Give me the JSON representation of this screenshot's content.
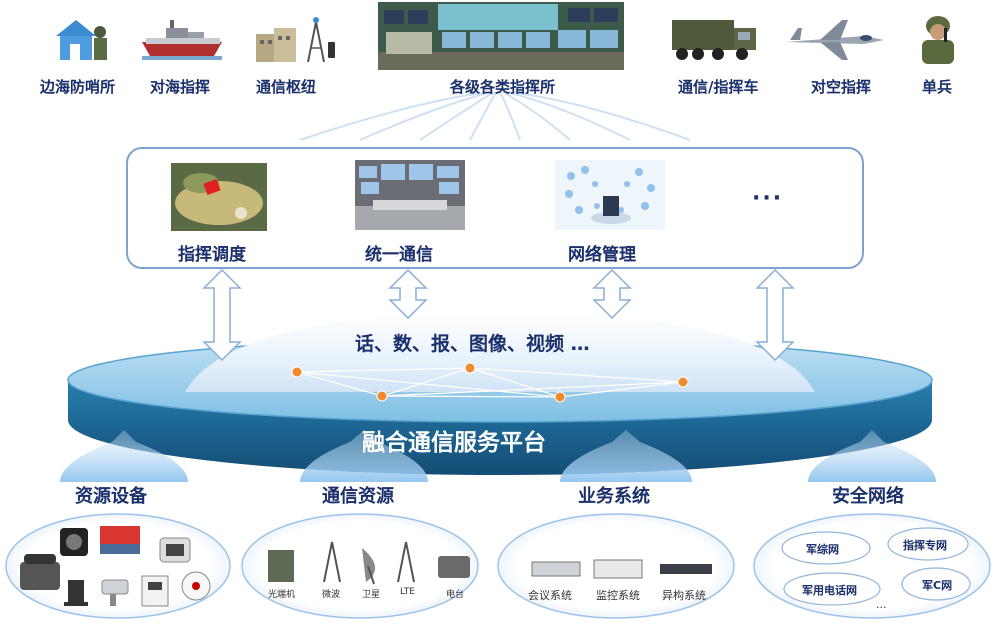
{
  "top_row": {
    "items": [
      {
        "label": "边海防哨所"
      },
      {
        "label": "对海指挥"
      },
      {
        "label": "通信枢纽"
      },
      {
        "label": "各级各类指挥所"
      },
      {
        "label": "通信/指挥车"
      },
      {
        "label": "对空指挥"
      },
      {
        "label": "单兵"
      }
    ]
  },
  "services_panel": {
    "items": [
      {
        "label": "指挥调度"
      },
      {
        "label": "统一通信"
      },
      {
        "label": "网络管理"
      }
    ],
    "more": "···"
  },
  "platform": {
    "media": "话、数、报、图像、视频 …",
    "title": "融合通信服务平台"
  },
  "categories": [
    {
      "label": "资源设备"
    },
    {
      "label": "通信资源",
      "items": [
        "光端机",
        "微波",
        "卫星",
        "LTE",
        "电台"
      ]
    },
    {
      "label": "业务系统",
      "items": [
        "会议系统",
        "监控系统",
        "异构系统"
      ]
    },
    {
      "label": "安全网络",
      "items": [
        "军综网",
        "指挥专网",
        "军用电话网",
        "军C网",
        "..."
      ]
    }
  ],
  "colors": {
    "label": "#1a2f6b",
    "platform": "#1f6e9a",
    "accent_node": "#f08a2c"
  }
}
